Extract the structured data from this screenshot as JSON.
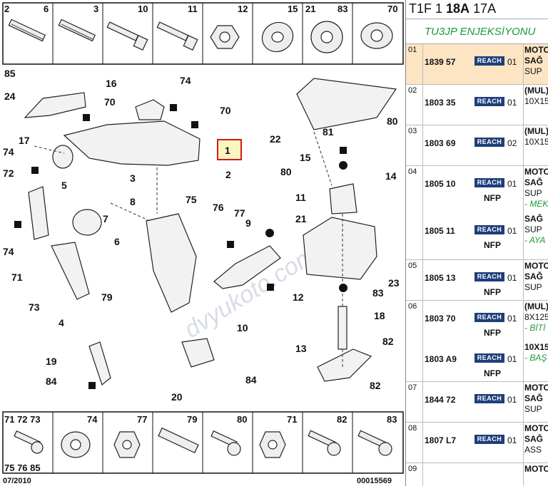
{
  "diagram": {
    "top_strip": [
      "2",
      "6",
      "3",
      "10",
      "11",
      "12",
      "15",
      "21",
      "83",
      "70"
    ],
    "bottom_strip": {
      "cell1_top": "71 72 73",
      "cell1_bottom": "75 76 85",
      "labels": [
        "74",
        "77",
        "79",
        "80",
        "71",
        "82",
        "83"
      ]
    },
    "callouts": [
      {
        "id": "c85",
        "text": "85"
      },
      {
        "id": "c24",
        "text": "24"
      },
      {
        "id": "c16",
        "text": "16"
      },
      {
        "id": "c74a",
        "text": "74"
      },
      {
        "id": "c70a",
        "text": "70"
      },
      {
        "id": "c70b",
        "text": "70"
      },
      {
        "id": "c17",
        "text": "17"
      },
      {
        "id": "c74b",
        "text": "74"
      },
      {
        "id": "c72",
        "text": "72"
      },
      {
        "id": "c5",
        "text": "5"
      },
      {
        "id": "c3",
        "text": "3"
      },
      {
        "id": "c2",
        "text": "2"
      },
      {
        "id": "c7",
        "text": "7"
      },
      {
        "id": "c8",
        "text": "8"
      },
      {
        "id": "c75",
        "text": "75"
      },
      {
        "id": "c76",
        "text": "76"
      },
      {
        "id": "c77",
        "text": "77"
      },
      {
        "id": "c74c",
        "text": "74"
      },
      {
        "id": "c71",
        "text": "71"
      },
      {
        "id": "c6",
        "text": "6"
      },
      {
        "id": "c73",
        "text": "73"
      },
      {
        "id": "c79",
        "text": "79"
      },
      {
        "id": "c4",
        "text": "4"
      },
      {
        "id": "c9",
        "text": "9"
      },
      {
        "id": "c22",
        "text": "22"
      },
      {
        "id": "c81",
        "text": "81"
      },
      {
        "id": "c80a",
        "text": "80"
      },
      {
        "id": "c15",
        "text": "15"
      },
      {
        "id": "c80b",
        "text": "80"
      },
      {
        "id": "c14",
        "text": "14"
      },
      {
        "id": "c11",
        "text": "11"
      },
      {
        "id": "c21",
        "text": "21"
      },
      {
        "id": "c23",
        "text": "23"
      },
      {
        "id": "c12",
        "text": "12"
      },
      {
        "id": "c83",
        "text": "83"
      },
      {
        "id": "c10",
        "text": "10"
      },
      {
        "id": "c18",
        "text": "18"
      },
      {
        "id": "c13",
        "text": "13"
      },
      {
        "id": "c82a",
        "text": "82"
      },
      {
        "id": "c82b",
        "text": "82"
      },
      {
        "id": "c19",
        "text": "19"
      },
      {
        "id": "c84a",
        "text": "84"
      },
      {
        "id": "c84b",
        "text": "84"
      },
      {
        "id": "c20",
        "text": "20"
      }
    ],
    "highlight_label": "1",
    "footer_left": "07/2010",
    "footer_right": "00015569",
    "watermark": "dvyukoto.com"
  },
  "parts_panel": {
    "title_prefix": "T1F 1 ",
    "title_bold": "18A",
    "title_suffix": " 17A",
    "subtitle": "TU3JP ENJEKSİYONU",
    "badge": "REACH",
    "rows": [
      {
        "idx": "01",
        "selected": true,
        "entries": [
          {
            "ref": "1839 57",
            "qty": "01",
            "lines": [
              "MOTO",
              "SAĞ",
              "SUP"
            ]
          }
        ]
      },
      {
        "idx": "02",
        "selected": false,
        "entries": [
          {
            "ref": "1803 35",
            "qty": "01",
            "lines": [
              "(MUL)",
              "10X15"
            ]
          }
        ]
      },
      {
        "idx": "03",
        "selected": false,
        "entries": [
          {
            "ref": "1803 69",
            "qty": "02",
            "lines": [
              "(MUL)",
              "10X15"
            ]
          }
        ]
      },
      {
        "idx": "04",
        "selected": false,
        "entries": [
          {
            "ref": "1805 10",
            "nfp": "NFP",
            "qty": "01",
            "lines": [
              "MOTO",
              "SAĞ",
              "SUP"
            ],
            "note": "- MEK"
          },
          {
            "ref": "1805 11",
            "nfp": "NFP",
            "qty": "01",
            "lines": [
              "SAĞ",
              "SUP"
            ],
            "note": "- AYA"
          }
        ]
      },
      {
        "idx": "05",
        "selected": false,
        "entries": [
          {
            "ref": "1805 13",
            "nfp": "NFP",
            "qty": "01",
            "lines": [
              "MOTO",
              "SAĞ",
              "SUP"
            ]
          }
        ]
      },
      {
        "idx": "06",
        "selected": false,
        "entries": [
          {
            "ref": "1803 70",
            "nfp": "NFP",
            "qty": "01",
            "lines": [
              "(MUL)",
              "8X125"
            ],
            "note": "- BİTİ"
          },
          {
            "ref": "1803 A9",
            "nfp": "NFP",
            "qty": "01",
            "lines": [
              "10X15"
            ],
            "note": "- BAŞ"
          }
        ]
      },
      {
        "idx": "07",
        "selected": false,
        "entries": [
          {
            "ref": "1844 72",
            "qty": "01",
            "lines": [
              "MOTO",
              "SAĞ",
              "SUP"
            ]
          }
        ]
      },
      {
        "idx": "08",
        "selected": false,
        "entries": [
          {
            "ref": "1807 L7",
            "qty": "01",
            "lines": [
              "MOTO",
              "SAĞ",
              "ASS"
            ]
          }
        ]
      },
      {
        "idx": "09",
        "selected": false,
        "entries": [
          {
            "ref": "",
            "qty": "",
            "lines": [
              "MOTO"
            ]
          }
        ]
      }
    ]
  }
}
